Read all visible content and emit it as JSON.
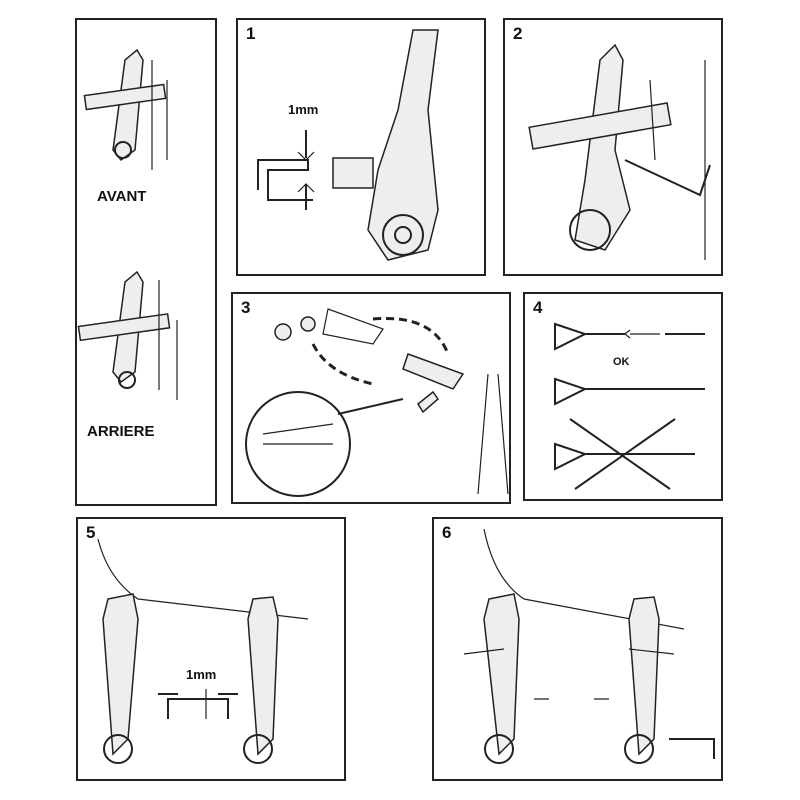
{
  "side_panel": {
    "front_label": "AVANT",
    "rear_label": "ARRIERE"
  },
  "steps": [
    {
      "number": "1",
      "measure": "1mm"
    },
    {
      "number": "2"
    },
    {
      "number": "3"
    },
    {
      "number": "4",
      "ok_label": "OK"
    },
    {
      "number": "5",
      "measure": "1mm"
    },
    {
      "number": "6"
    }
  ]
}
